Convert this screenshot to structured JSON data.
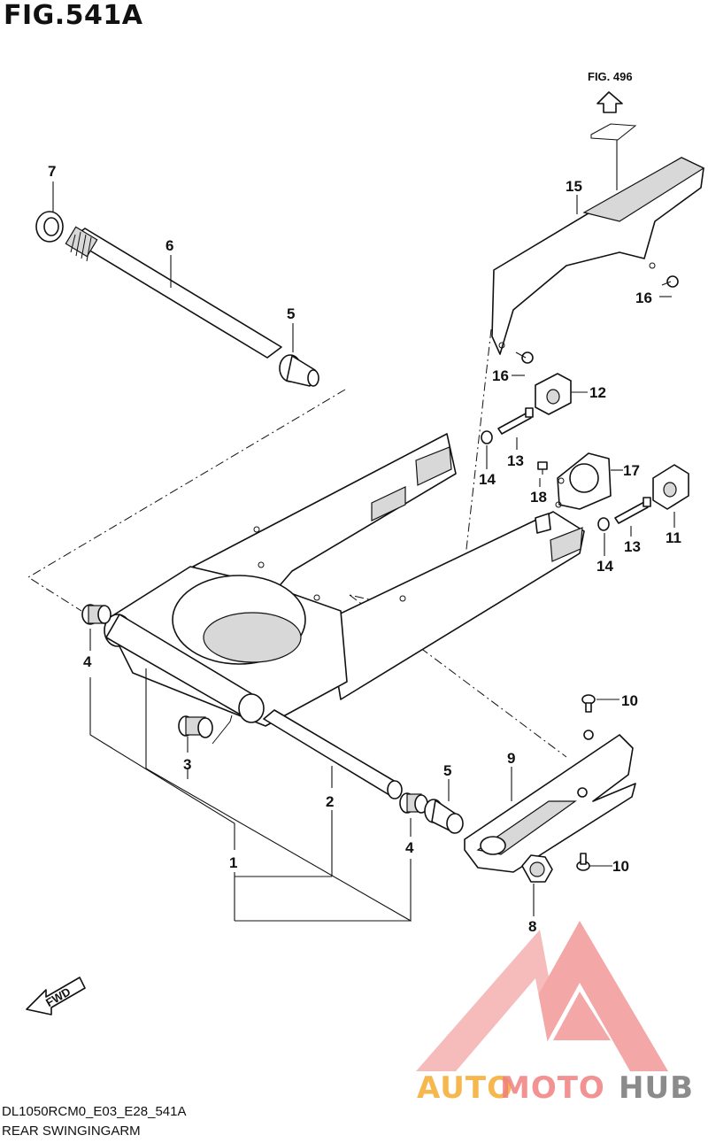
{
  "figure_title": "FIG.541A",
  "reference_figure": "FIG. 496",
  "model_code": "DL1050RCM0_E03_E28_541A",
  "section_name": "REAR SWINGINGARM",
  "forward_marker": "FWD",
  "watermark": {
    "part1": "AUTO",
    "part2": "MOTO",
    "part3": "HUB",
    "color1": "#f5a623",
    "color2": "#f08080",
    "color3": "#777777"
  },
  "callouts": {
    "c1": "1",
    "c2": "2",
    "c3": "3",
    "c4a": "4",
    "c4b": "4",
    "c5a": "5",
    "c5b": "5",
    "c6": "6",
    "c7": "7",
    "c8": "8",
    "c9": "9",
    "c10a": "10",
    "c10b": "10",
    "c11": "11",
    "c12": "12",
    "c13a": "13",
    "c13b": "13",
    "c14a": "14",
    "c14b": "14",
    "c15": "15",
    "c16a": "16",
    "c16b": "16",
    "c17": "17",
    "c18": "18"
  }
}
